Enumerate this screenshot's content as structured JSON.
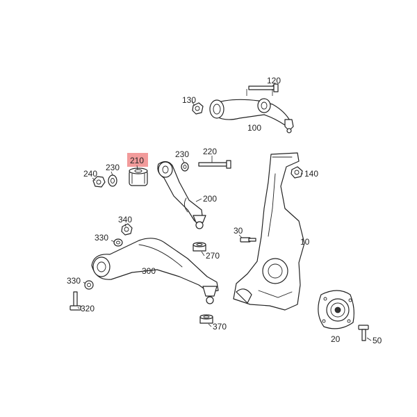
{
  "highlight_color": "#f29b9b",
  "labels": {
    "p120": "120",
    "p130": "130",
    "p100": "100",
    "p210": "210",
    "p230a": "230",
    "p220": "220",
    "p240": "240",
    "p230b": "230",
    "p140": "140",
    "p200": "200",
    "p340": "340",
    "p330a": "330",
    "p30": "30",
    "p10": "10",
    "p270": "270",
    "p300": "300",
    "p330b": "330",
    "p320": "320",
    "p370": "370",
    "p20": "20",
    "p50": "50"
  }
}
